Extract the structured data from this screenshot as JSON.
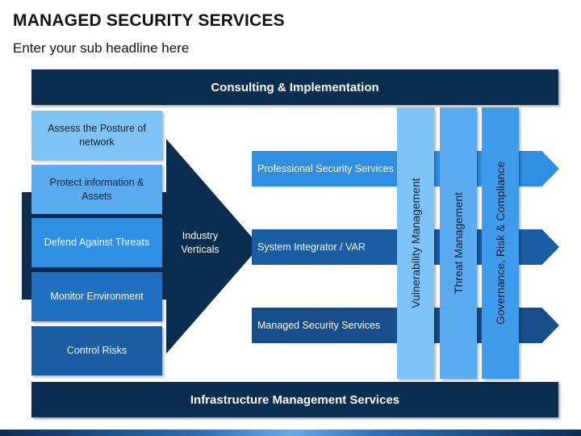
{
  "header": {
    "title": "MANAGED SECURITY SERVICES",
    "subtitle": "Enter your sub headline here"
  },
  "top_bar": {
    "label": "Consulting & Implementation"
  },
  "bottom_bar": {
    "label": "Infrastructure Management Services"
  },
  "left_boxes": [
    {
      "label": "Assess the Posture of network",
      "color": "#7dc3f5",
      "text_color": "#0b1d33"
    },
    {
      "label": "Protect information & Assets",
      "color": "#5aabf0",
      "text_color": "#0b1d33"
    },
    {
      "label": "Defend Against Threats",
      "color": "#2f8fe3",
      "text_color": "#ffffff"
    },
    {
      "label": "Monitor Environment",
      "color": "#1f70c0",
      "text_color": "#ffffff"
    },
    {
      "label": "Control Risks",
      "color": "#1a5da3",
      "text_color": "#ffffff"
    }
  ],
  "funnel": {
    "label": "Industry Verticals",
    "color": "#0b2d50"
  },
  "arrows": [
    {
      "label": "Professional Security Services",
      "color": "#2f8fe3"
    },
    {
      "label": "System Integrator / VAR",
      "color": "#1a5da3"
    },
    {
      "label": "Managed Security Services",
      "color": "#174d8a"
    }
  ],
  "pillars": [
    {
      "label": "Vulnerability Management",
      "color": "#7dc3f5"
    },
    {
      "label": "Threat Management",
      "color": "#5aabf0"
    },
    {
      "label": "Governance, Risk & Compliance",
      "color": "#3f9cec"
    }
  ]
}
